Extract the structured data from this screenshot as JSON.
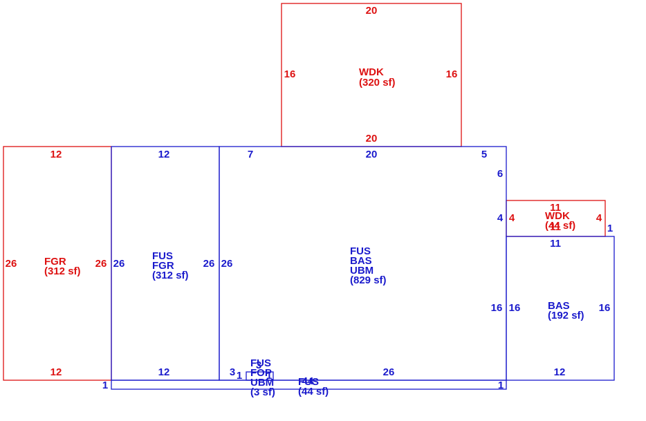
{
  "colors": {
    "red": "#dd1111",
    "blue": "#1a1acc"
  },
  "areas": {
    "wdk_top": {
      "lines": [
        "WDK",
        "(320 sf)"
      ]
    },
    "fgr_left": {
      "lines": [
        "FGR",
        "(312 sf)"
      ]
    },
    "fus_fgr": {
      "lines": [
        "FUS",
        "FGR",
        "(312 sf)"
      ]
    },
    "fus_main": {
      "lines": [
        "FUS",
        "BAS",
        "UBM",
        "(829 sf)"
      ]
    },
    "wdk_right": {
      "lines": [
        "WDK",
        "(44 sf)"
      ]
    },
    "bas_right": {
      "lines": [
        "BAS",
        "(192 sf)"
      ]
    },
    "fus_small": {
      "lines": [
        "FUS",
        "FOP",
        "UBM",
        "(3 sf)"
      ]
    },
    "fus_strip": {
      "lines": [
        "FUS",
        "(44 sf)"
      ]
    }
  },
  "dimensions": {
    "wdk_top_top": "20",
    "wdk_top_left": "16",
    "wdk_top_right": "16",
    "wdk_top_bottom": "20",
    "fgr_top": "12",
    "fgr_left": "26",
    "fgr_right": "26",
    "fgr_bottom": "12",
    "fusfgr_top": "12",
    "fusfgr_left": "26",
    "fusfgr_right": "26",
    "fusfgr_bottom": "12",
    "main_top_7": "7",
    "main_top_20": "20",
    "main_top_5": "5",
    "main_right_6": "6",
    "main_right_4": "4",
    "main_left_26": "26",
    "main_right_16": "16",
    "main_bottom_26": "26",
    "main_bottom_3": "3",
    "main_bottom_1": "1",
    "wdkr_top": "11",
    "wdkr_left": "4",
    "wdkr_right": "4",
    "wdkr_bottom": "11",
    "wdkr_edge_1": "1",
    "bas_top": "11",
    "bas_left": "16",
    "bas_right": "16",
    "bas_bottom": "12",
    "small_1": "1",
    "small_3": "3",
    "small_1b": "1",
    "strip_left_1": "1",
    "strip_right_1": "1",
    "strip_44": "44"
  }
}
